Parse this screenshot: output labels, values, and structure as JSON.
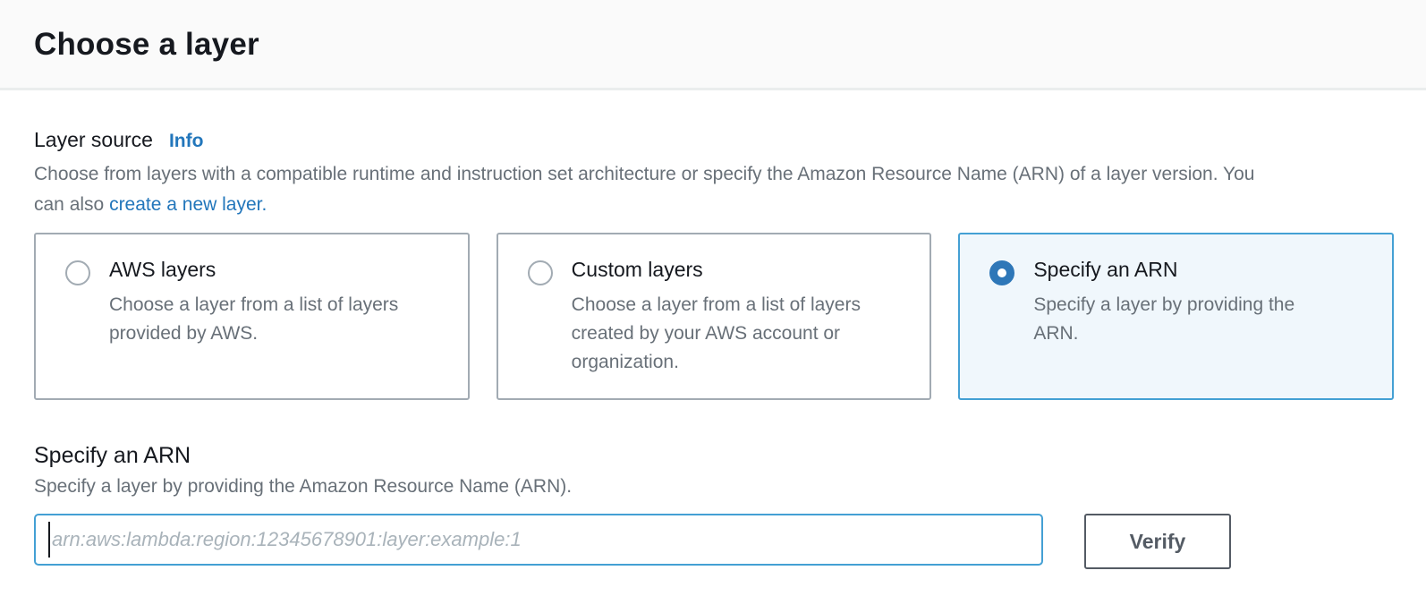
{
  "header": {
    "title": "Choose a layer"
  },
  "layer_source": {
    "label": "Layer source",
    "info_link": "Info",
    "description_text": "Choose from layers with a compatible runtime and instruction set architecture or specify the Amazon Resource Name (ARN) of a layer version. You can also ",
    "description_link": "create a new layer."
  },
  "options": [
    {
      "title": "AWS layers",
      "description": "Choose a layer from a list of layers provided by AWS.",
      "selected": false
    },
    {
      "title": "Custom layers",
      "description": "Choose a layer from a list of layers created by your AWS account or organization.",
      "selected": false
    },
    {
      "title": "Specify an ARN",
      "description": "Specify a layer by providing the ARN.",
      "selected": true
    }
  ],
  "arn_section": {
    "title": "Specify an ARN",
    "description": "Specify a layer by providing the Amazon Resource Name (ARN).",
    "input_value": "",
    "input_placeholder": "arn:aws:lambda:region:12345678901:layer:example:1",
    "verify_button_label": "Verify"
  },
  "colors": {
    "heading_text": "#16191f",
    "body_text": "#687078",
    "link_blue": "#2276bb",
    "radio_selected_fill": "#2e77b8",
    "selected_tile_border": "#44a0d4",
    "selected_tile_bg": "#f0f7fc",
    "tile_border": "#a2abb3",
    "input_focus_border": "#44a0d4",
    "button_border_text": "#545b64",
    "placeholder_text": "#a9b3ba",
    "header_bg": "#fafafa",
    "divider": "#eaeded"
  }
}
